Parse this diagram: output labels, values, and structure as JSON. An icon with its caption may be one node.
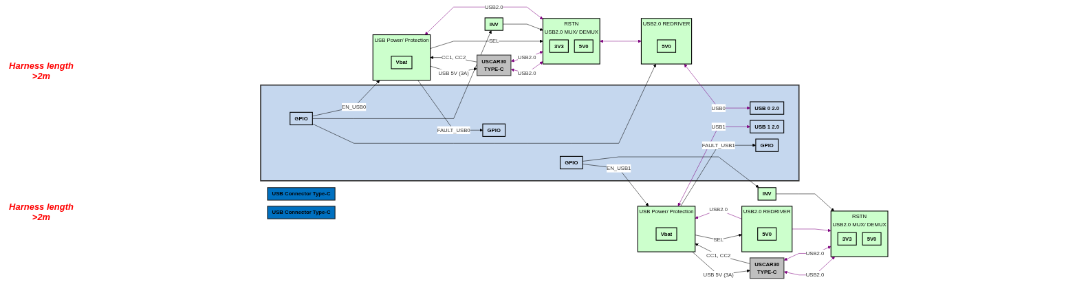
{
  "diagram": {
    "nodes": [
      {
        "text": [
          "USB Connector Type-C"
        ]
      },
      {
        "text": [
          "USCAR30",
          "TYPE-C"
        ]
      },
      {
        "text": [
          "RSTN",
          "USB2.0 MUX/ DEMUX"
        ]
      },
      {
        "text": [
          "3V3"
        ],
        "in": 2
      },
      {
        "text": [
          "5V0"
        ],
        "in": 2
      },
      {
        "text": [
          "USB2.0 REDRIVER"
        ]
      },
      {
        "text": [
          "5V0"
        ],
        "in": 5
      },
      {
        "text": [
          "USB Power/ Protection"
        ]
      },
      {
        "text": [
          "Vbat"
        ],
        "in": 7
      },
      {
        "text": [
          "INV"
        ]
      },
      {
        "text": [],
        "shape": "box"
      },
      {
        "text": [
          "USB 0 2.0"
        ],
        "in": 10
      },
      {
        "text": [
          "GPIO"
        ],
        "in": 10
      },
      {
        "text": [
          "GPIO"
        ],
        "in": 10
      },
      {
        "text": [
          "USB Connector Type-C"
        ]
      },
      {
        "text": [
          "USCAR30",
          "TYPE-C"
        ]
      },
      {
        "text": [
          "RSTN",
          "USB2.0 MUX/ DEMUX"
        ]
      },
      {
        "text": [
          "3V3"
        ],
        "in": 16
      },
      {
        "text": [
          "5V0"
        ],
        "in": 16
      },
      {
        "text": [
          "USB2.0 REDRIVER"
        ]
      },
      {
        "text": [
          "5V0"
        ],
        "in": 19
      },
      {
        "text": [
          "USB Power/ Protection"
        ]
      },
      {
        "text": [
          "Vbat"
        ],
        "in": 21
      },
      {
        "text": [
          "INV"
        ]
      },
      {
        "text": [
          "USB 1 2.0"
        ],
        "in": 10
      },
      {
        "text": [
          "GPIO"
        ],
        "in": 10
      },
      {
        "text": [
          "GPIO"
        ],
        "in": 10
      }
    ],
    "edges": [
      {
        "from": 1,
        "to": 2,
        "arrow": "both",
        "label": "USB2.0",
        "color": "#800080"
      },
      {
        "from": 1,
        "to": 2,
        "arrow": "both",
        "label": "USB2.0",
        "color": "#800080"
      },
      {
        "from": 2,
        "to": 7,
        "arrow": "both",
        "label": "USB2.0",
        "color": "#800080"
      },
      {
        "from": 2,
        "to": 5,
        "arrow": "both",
        "color": "#800080"
      },
      {
        "from": 7,
        "to": 2,
        "arrow": "to",
        "label": "SEL"
      },
      {
        "from": 1,
        "to": 7,
        "arrow": "to",
        "label": "CC1, CC2"
      },
      {
        "from": 7,
        "to": 1,
        "arrow": "to",
        "label": "USB 5V (3A)"
      },
      {
        "from": 9,
        "to": 2,
        "arrow": "to"
      },
      {
        "from": 5,
        "to": 11,
        "arrow": "both",
        "label": "USB0",
        "color": "#800080"
      },
      {
        "from": 7,
        "to": 12,
        "arrow": "to",
        "label": "FAULT_USB0"
      },
      {
        "from": 13,
        "to": 7,
        "arrow": "to",
        "label": "EN_USB0"
      },
      {
        "from": 13,
        "to": 5,
        "arrow": "to"
      },
      {
        "from": 13,
        "to": 9,
        "arrow": "to"
      },
      {
        "from": 15,
        "to": 16,
        "arrow": "both",
        "label": "USB2.0",
        "color": "#800080"
      },
      {
        "from": 15,
        "to": 16,
        "arrow": "both",
        "label": "USB2.0",
        "color": "#800080"
      },
      {
        "from": 19,
        "to": 16,
        "arrow": "to",
        "color": "#800080"
      },
      {
        "from": 19,
        "to": 21,
        "arrow": "to",
        "label": "USB2.0",
        "color": "#800080"
      },
      {
        "from": 21,
        "to": 19,
        "arrow": "to",
        "label": "SEL"
      },
      {
        "from": 15,
        "to": 21,
        "arrow": "to",
        "label": "CC1, CC2"
      },
      {
        "from": 21,
        "to": 15,
        "arrow": "to",
        "label": "USB 5V (3A)"
      },
      {
        "from": 23,
        "to": 16,
        "arrow": "to"
      },
      {
        "from": 21,
        "to": 24,
        "arrow": "both",
        "label": "USB1",
        "color": "#800080"
      },
      {
        "from": 21,
        "to": 25,
        "arrow": "to",
        "label": "FAULT_USB1"
      },
      {
        "from": 26,
        "to": 21,
        "arrow": "to",
        "label": "EN_USB1"
      },
      {
        "from": 26,
        "to": 23,
        "arrow": "to"
      }
    ],
    "labels": [
      "Harness length >2m",
      "Harness length >2m"
    ]
  }
}
